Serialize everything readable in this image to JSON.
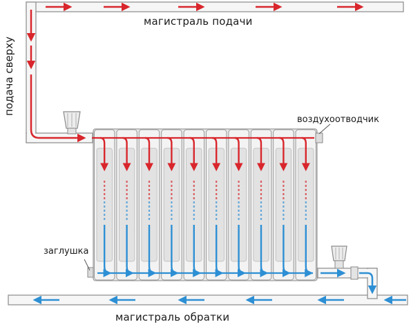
{
  "labels": {
    "supply_main": "магистраль подачи",
    "return_main": "магистраль обратки",
    "top_feed": "подача сверху",
    "air_vent": "воздухоотводчик",
    "plug": "заглушка"
  },
  "radiator": {
    "sections": 10
  },
  "colors": {
    "hot": "#d8262c",
    "cold": "#2d8fd4",
    "pipe_stroke": "#8a8a8a",
    "radiator_fill": "#e9e9e9",
    "radiator_stroke": "#9a9a9a",
    "text": "#1a1a1a"
  }
}
